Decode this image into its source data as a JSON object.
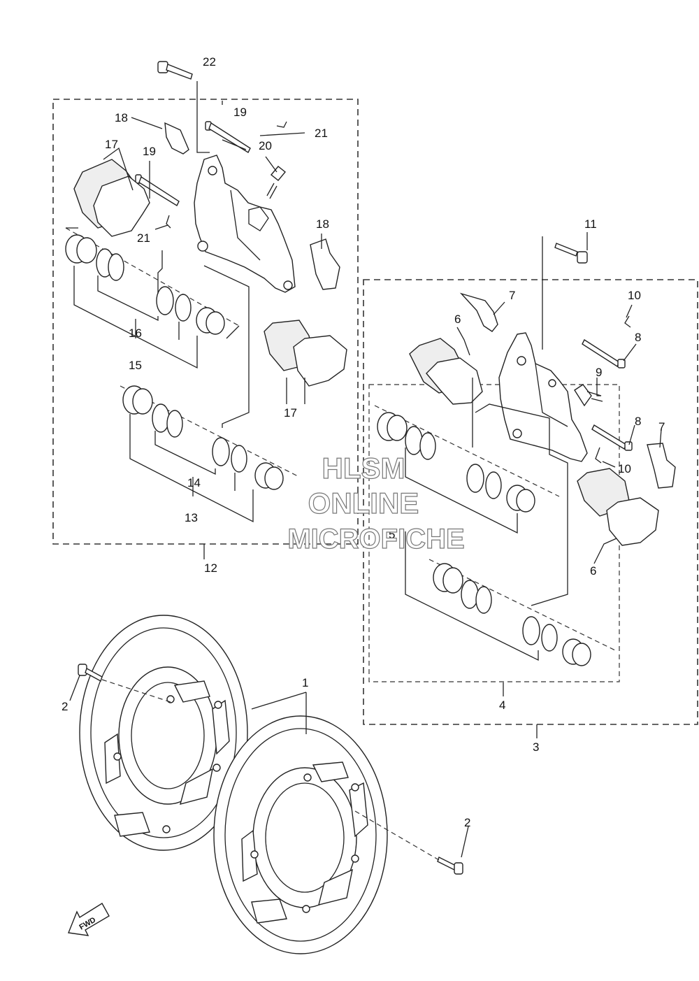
{
  "diagram": {
    "callouts": {
      "c1": "1",
      "c2a": "2",
      "c2b": "2",
      "c3": "3",
      "c4": "4",
      "c5": "5",
      "c6a": "6",
      "c6b": "6",
      "c7a": "7",
      "c7b": "7",
      "c8a": "8",
      "c8b": "8",
      "c9": "9",
      "c10a": "10",
      "c10b": "10",
      "c11": "11",
      "c12": "12",
      "c13": "13",
      "c14": "14",
      "c15": "15",
      "c16": "16",
      "c17a": "17",
      "c17b": "17",
      "c18a": "18",
      "c18b": "18",
      "c19a": "19",
      "c19b": "19",
      "c20": "20",
      "c21a": "21",
      "c21b": "21",
      "c22": "22"
    },
    "watermark": {
      "line1": "HLSM",
      "line2": "ONLINE",
      "line3": "MICROFICHE"
    },
    "direction_label": "FWD"
  }
}
